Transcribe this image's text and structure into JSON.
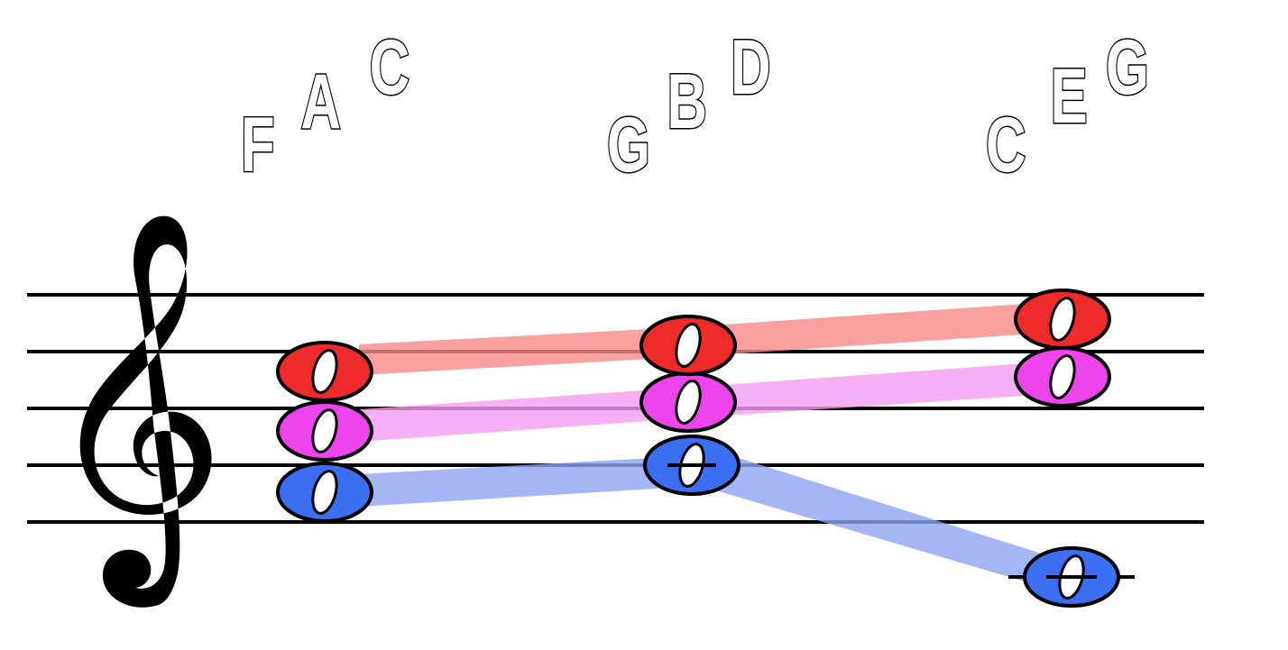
{
  "colors": {
    "root_voice": "#3B6EF0",
    "middle_voice": "#EE44EE",
    "top_voice": "#EE2A2A",
    "root_line": "#8FA4F5",
    "middle_line": "#F59CF2",
    "top_line": "#F78A8A"
  },
  "clef": "treble-clef",
  "chords": [
    {
      "letters": [
        "F",
        "A",
        "C"
      ]
    },
    {
      "letters": [
        "G",
        "B",
        "D"
      ]
    },
    {
      "letters": [
        "C",
        "E",
        "G"
      ]
    }
  ]
}
